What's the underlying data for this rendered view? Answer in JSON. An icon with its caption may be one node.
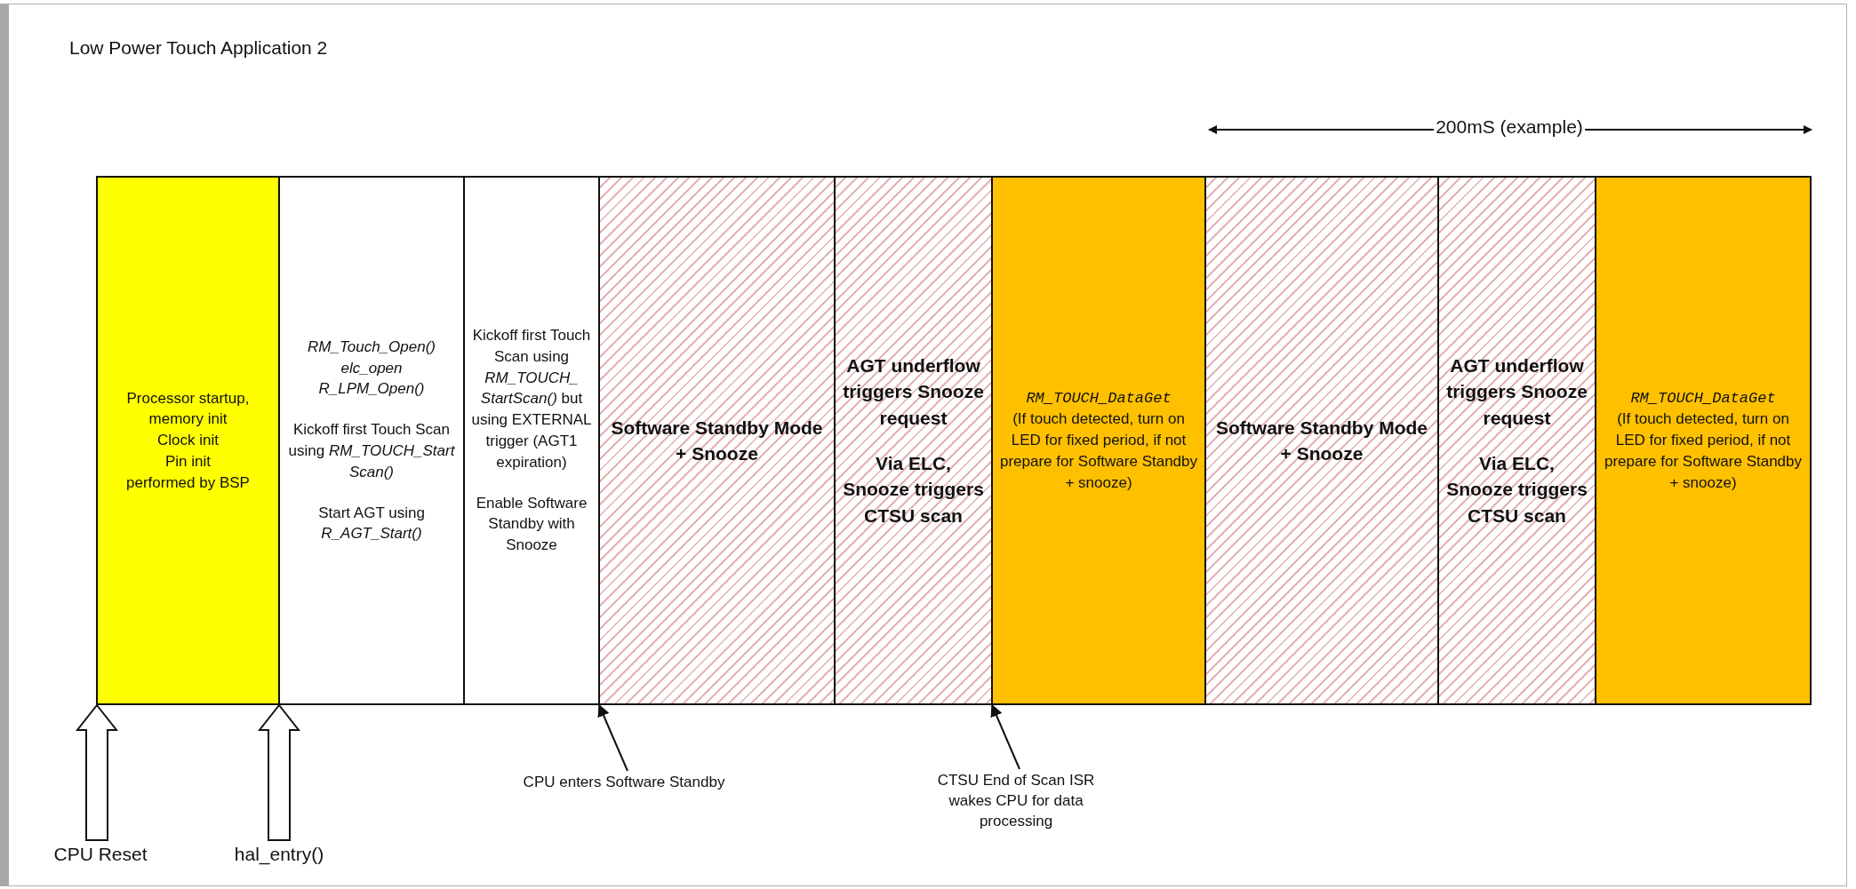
{
  "diagram": {
    "title": "Low Power Touch Application 2",
    "nodes": [
      {
        "text": [
          "Processor startup, memory init",
          "Clock init",
          "Pin init",
          "performed by BSP"
        ]
      },
      {
        "text": [
          "RM_Touch_Open()",
          "elc_open",
          "R_LPM_Open()",
          "Kickoff first Touch Scan using *RM_TOUCH_Start Scan()*",
          "Start AGT using *R_AGT_Start()*"
        ]
      },
      {
        "text": [
          "Kickoff first Touch Scan using *RM_TOUCH_ StartScan()* but using EXTERNAL trigger (AGT1 expiration)",
          "Enable Software Standby with Snooze"
        ]
      },
      {
        "text": [
          "Software Standby Mode + Snooze"
        ]
      },
      {
        "text": [
          "AGT underflow triggers Snooze request",
          "Via ELC, Snooze triggers CTSU scan"
        ]
      },
      {
        "text": [
          "RM_TOUCH_DataGet",
          "(If touch detected, turn on LED for fixed period, if not prepare for Software Standby + snooze)"
        ]
      },
      {
        "text": [
          "Software Standby Mode + Snooze"
        ]
      },
      {
        "text": [
          "AGT underflow triggers Snooze request",
          "Via ELC, Snooze triggers CTSU scan"
        ]
      },
      {
        "text": [
          "RM_TOUCH_DataGet",
          "(If touch detected, turn on LED for fixed period, if not prepare for Software Standby + snooze)"
        ]
      },
      {
        "text": [
          "CPU Reset"
        ]
      },
      {
        "text": [
          "hal_entry()"
        ]
      },
      {
        "text": [
          "CPU enters Software Standby"
        ]
      },
      {
        "text": [
          "CTSU End of Scan ISR wakes CPU for data processing"
        ]
      }
    ],
    "edges": [
      {
        "from": 9,
        "to": 0,
        "arrow": "to",
        "style": "thick"
      },
      {
        "from": 10,
        "to": 1,
        "arrow": "to",
        "style": "thick"
      },
      {
        "from": 11,
        "to": 3,
        "arrow": "to"
      },
      {
        "from": 12,
        "to": 5,
        "arrow": "to"
      }
    ],
    "labels": [
      "200mS (example)"
    ]
  }
}
